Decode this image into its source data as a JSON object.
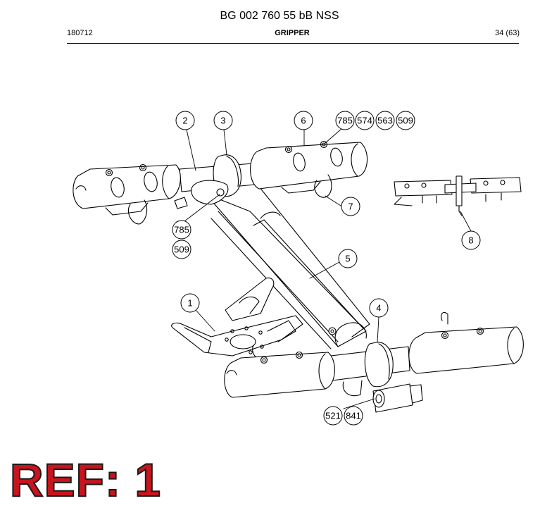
{
  "header": {
    "doc_title": "BG 002 760 55 bB NSS",
    "date_code": "180712",
    "section_title": "GRIPPER",
    "page_number": "34 (63)"
  },
  "callouts": {
    "c1": "1",
    "c2": "2",
    "c3": "3",
    "c4": "4",
    "c5": "5",
    "c6": "6",
    "c7": "7",
    "c8": "8",
    "c785a": "785",
    "c574": "574",
    "c563": "563",
    "c509a": "509",
    "c785b": "785",
    "c509b": "509",
    "c521": "521",
    "c841": "841"
  },
  "ref_label": "REF: 1",
  "colors": {
    "ref_fill": "#c8141e",
    "ref_outline": "#1a1a1a",
    "line": "#000000"
  }
}
